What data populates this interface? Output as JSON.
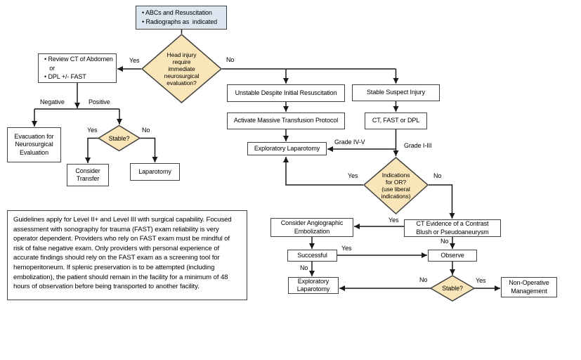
{
  "colors": {
    "box_border": "#424242",
    "box_fill": "#ffffff",
    "start_fill": "#dce6f1",
    "diamond_fill": "#fae5b8",
    "line": "#1a1a1a",
    "text": "#000000"
  },
  "start": {
    "label": "• ABCs and Resuscitation\n• Radiographs as  indicated"
  },
  "decisions": {
    "head_injury": {
      "label": "Head injury\nrequire\nimmediate\nneurosurgical\nevaluation?",
      "yes": "Yes",
      "no": "No"
    },
    "stable_1": {
      "label": "Stable?",
      "yes": "Yes",
      "no": "No"
    },
    "indications_or": {
      "label": "Indications\nfor OR?\n(use liberal\nindications)",
      "yes": "Yes",
      "no": "No"
    },
    "stable_2": {
      "label": "Stable?",
      "yes": "Yes",
      "no": "No"
    }
  },
  "boxes": {
    "review_ct": "• Review CT of Abdomen\n   or\n• DPL +/- FAST",
    "evacuation": "Evacuation for\nNeurosurgical\nEvaluation",
    "consider_transfer": "Consider\nTransfer",
    "laparotomy": "Laparotomy",
    "unstable_despite": "Unstable Despite Initial Resuscitation",
    "stable_suspect": "Stable Suspect Injury",
    "activate_mtp": "Activate Massive Transfusion Protocol",
    "ct_fast_dpl": "CT, FAST or DPL",
    "exploratory_lap_1": "Exploratory Laparotomy",
    "ct_evidence": "CT Evidence of a Contrast\nBlush or Pseudoaneurysm",
    "consider_angio": "Consider Angiographic\nEmbolization",
    "successful": "Successful",
    "observe": "Observe",
    "exploratory_lap_2": "Exploratory\nLaparotomy",
    "non_operative": "Non-Operative\nManagement"
  },
  "path_labels": {
    "review_negative": "Negative",
    "review_positive": "Positive",
    "grade_iv_v": "Grade IV-V",
    "grade_i_iii": "Grade I-III",
    "ct_evidence_yes": "Yes",
    "ct_evidence_no": "No",
    "successful_yes": "Yes",
    "successful_no": "No"
  },
  "note": {
    "text": "Guidelines apply for Level II+ and Level III with surgical capability. Focused assessment with sonography for trauma (FAST) exam reliability  is very operator dependent.  Providers who rely on FAST exam must be mindful of risk of false negative exam. Only providers with personal experience of accurate findings should rely on the FAST exam as a screening tool for hemoperitoneum.  If splenic preservation is to be attempted  (including embolization), the patient should remain in the facility for a minimum of 48 hours of observation before being transported to another facility."
  }
}
